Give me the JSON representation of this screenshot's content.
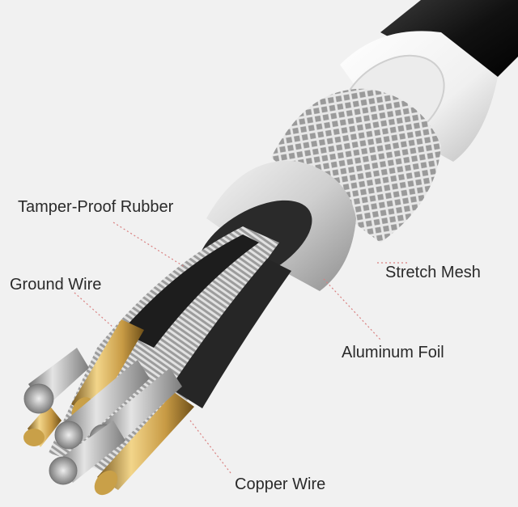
{
  "labels": {
    "tamper_proof_rubber": "Tamper-Proof Rubber",
    "ground_wire": "Ground Wire",
    "stretch_mesh": "Stretch Mesh",
    "aluminum_foil": "Aluminum Foil",
    "copper_wire": "Copper Wire"
  },
  "colors": {
    "background": "#f1f1f1",
    "outer_jacket": "#1b1b1b",
    "white_sleeve": "#f7f7f7",
    "mesh": "#b9b9b9",
    "foil": "#dcdcdc",
    "inner_insulation": "#222222",
    "strand": "#c7c7c7",
    "gold": "#c89b45",
    "leader_line": "#d98080"
  }
}
